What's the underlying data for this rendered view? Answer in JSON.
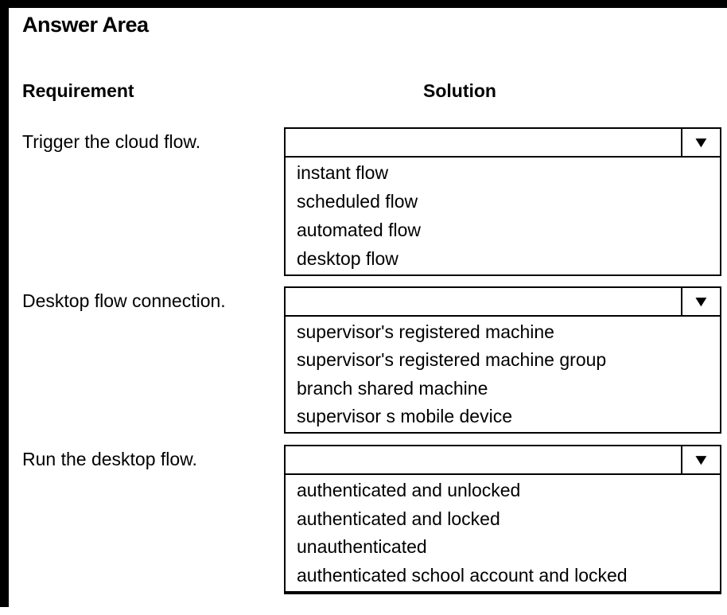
{
  "title": "Answer Area",
  "headers": {
    "requirement": "Requirement",
    "solution": "Solution"
  },
  "rows": [
    {
      "requirement": "Trigger the cloud flow.",
      "selected": "",
      "options": [
        "instant flow",
        "scheduled flow",
        "automated flow",
        "desktop flow"
      ]
    },
    {
      "requirement": "Desktop flow connection.",
      "selected": "",
      "options": [
        "supervisor's registered machine",
        "supervisor's registered machine group",
        "branch shared machine",
        "supervisor s mobile device"
      ]
    },
    {
      "requirement": "Run the desktop flow.",
      "selected": "",
      "options": [
        "authenticated and unlocked",
        "authenticated and locked",
        "unauthenticated",
        "authenticated school account and locked"
      ]
    }
  ],
  "icons": {
    "dropdown_arrow": "▼"
  },
  "colors": {
    "text": "#000000",
    "border": "#000000",
    "background": "#ffffff",
    "frame_bar": "#000000"
  }
}
